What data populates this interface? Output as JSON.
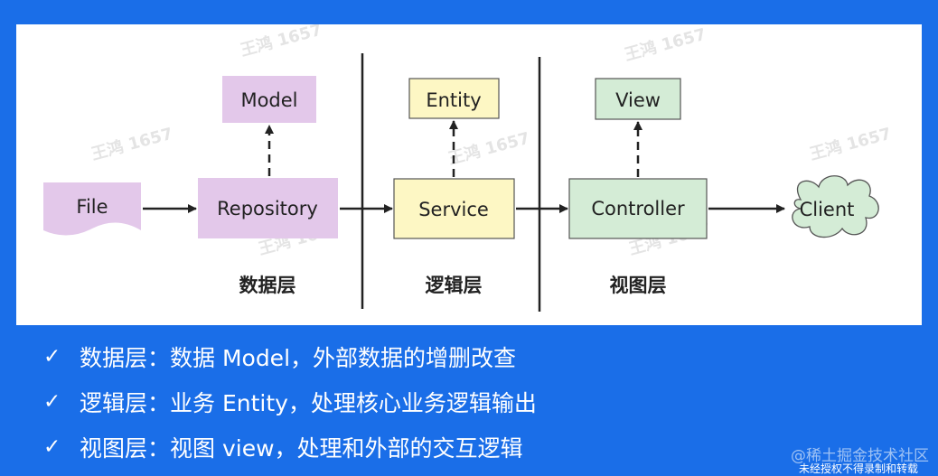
{
  "diagram": {
    "nodes": {
      "file": "File",
      "repository": "Repository",
      "model": "Model",
      "service": "Service",
      "entity": "Entity",
      "controller": "Controller",
      "view": "View",
      "client": "Client"
    },
    "layers": {
      "data": "数据层",
      "logic": "逻辑层",
      "view": "视图层"
    },
    "watermark": "王鸿 1657",
    "colors": {
      "data_layer": "#e3c8ea",
      "logic_layer": "#fdf7c4",
      "view_layer": "#d4ecd6",
      "background": "#1a6ee8"
    }
  },
  "notes": [
    {
      "icon": "check-icon",
      "text": "数据层：数据 Model，外部数据的增删改查"
    },
    {
      "icon": "check-icon",
      "text": "逻辑层：业务 Entity，处理核心业务逻辑输出"
    },
    {
      "icon": "check-icon",
      "text": "视图层：视图 view，处理和外部的交互逻辑"
    }
  ],
  "site_watermark": "@稀土掘金技术社区",
  "site_watermark_2": "未经授权不得录制和转载"
}
